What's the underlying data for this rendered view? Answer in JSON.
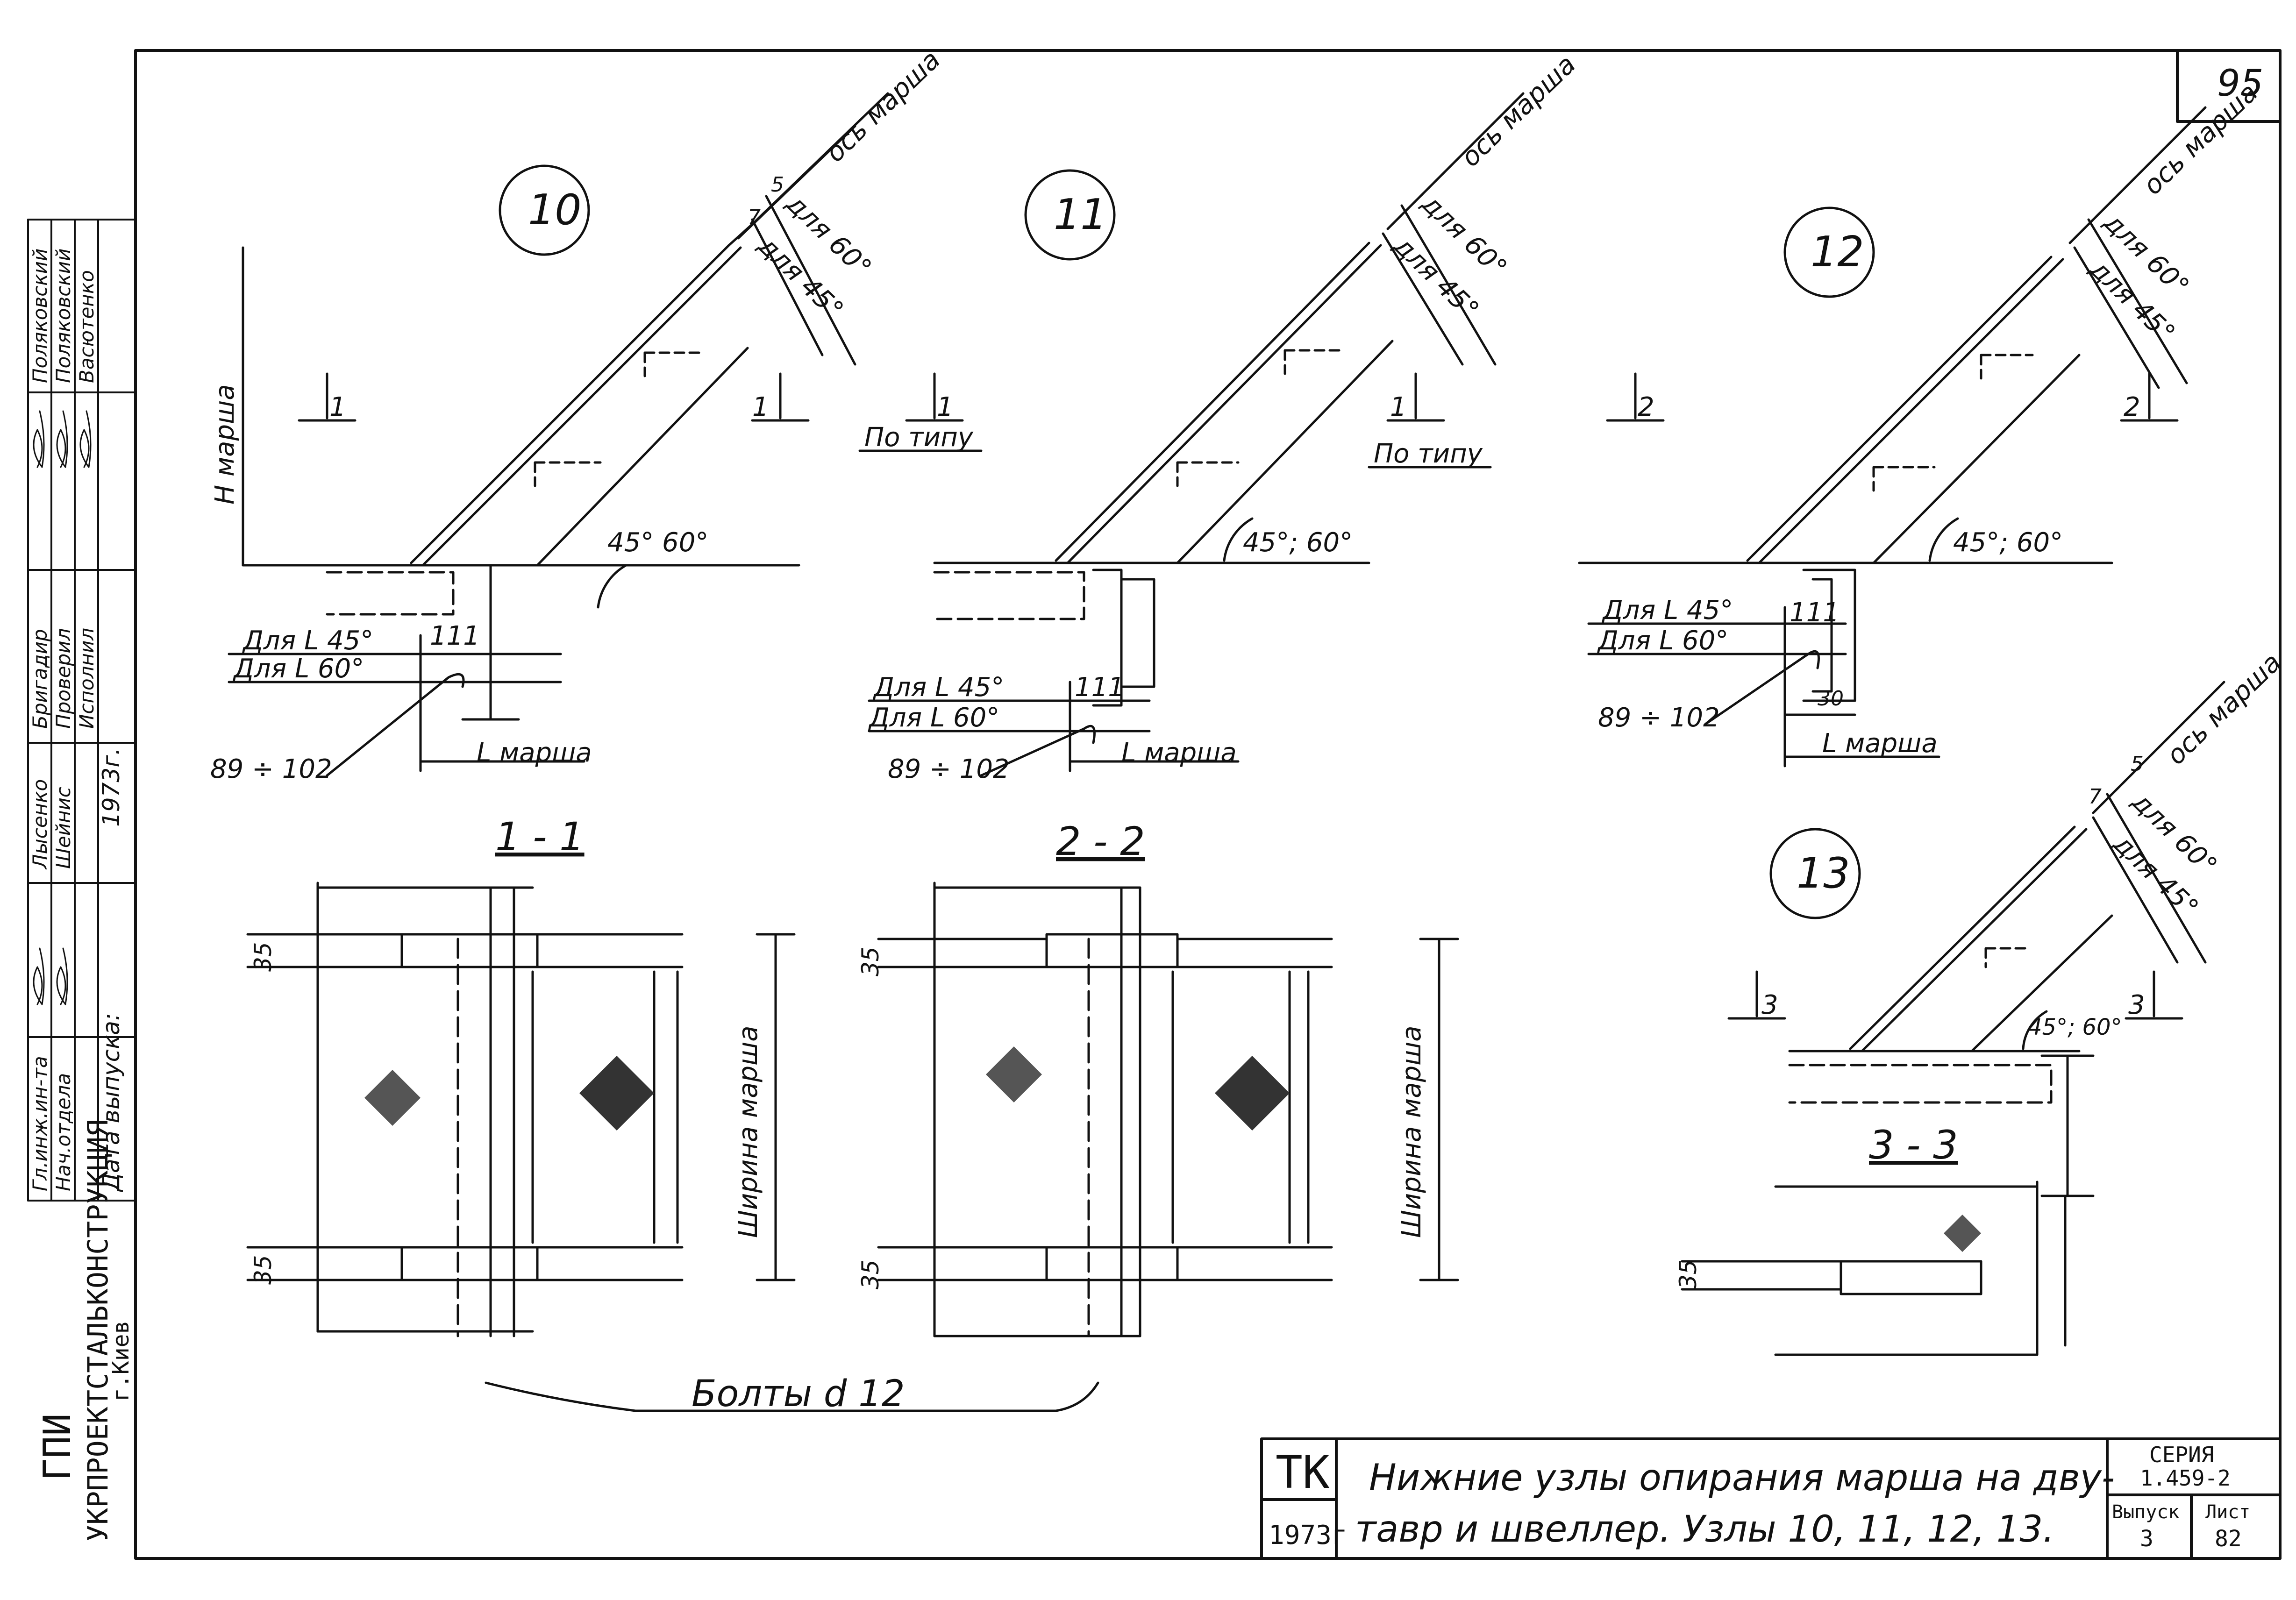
{
  "sheet": {
    "page_number": "95",
    "stamp": {
      "org_1": "ГПИ",
      "org_2": "УКРПРОЕКТСТАЛЬКОНСТРУКЦИЯ",
      "org_3": "г.Киев"
    },
    "title_block": {
      "rows": [
        {
          "role": "Гл.инж.ин-та",
          "name": "",
          "sign": ""
        },
        {
          "role": "Нач.отдела",
          "name": "",
          "sign": ""
        },
        {
          "role": "Бригадир",
          "name": "Лысенко",
          "sign": "Поляковский"
        },
        {
          "role": "Проверил",
          "name": "Шейнис",
          "sign": "Поляковский"
        },
        {
          "role": "Исполнил",
          "name": "",
          "sign": "Васютенко"
        }
      ],
      "date_label": "Дата выпуска:",
      "year": "1973г."
    }
  },
  "nodes": {
    "n10": {
      "number": "10",
      "axis": "ось марша",
      "for60": "для 60°",
      "for45": "для 45°",
      "angle": "45° 60°",
      "height": "Н марша",
      "length": "L марша",
      "for_l45": "Для L 45°",
      "for_l60": "Для L 60°",
      "range": "89 ÷ 102",
      "cut_left": "1",
      "cut_right": "1",
      "dim_5": "5",
      "dim_7": "7",
      "dim_111": "111"
    },
    "n11": {
      "number": "11",
      "axis": "ось марша",
      "for60": "для 60°",
      "for45": "для 45°",
      "angle": "45°; 60°",
      "length": "L марша",
      "for_l45": "Для L 45°",
      "for_l60": "Для L 60°",
      "range": "89 ÷ 102",
      "cut_left": "1",
      "cut_right": "1",
      "by_type_left": "По типу",
      "by_type_right": "По типу",
      "dim_111": "111"
    },
    "n12": {
      "number": "12",
      "axis": "ось марша",
      "for60": "для 60°",
      "for45": "для 45°",
      "angle": "45°; 60°",
      "length": "L марша",
      "for_l45": "Для L 45°",
      "for_l60": "Для L 60°",
      "range": "89 ÷ 102",
      "cut_left": "2",
      "cut_right": "2",
      "dim_30": "30",
      "dim_111": "111"
    },
    "n13": {
      "number": "13",
      "axis": "ось марша",
      "for60": "для 60°",
      "for45": "для 45°",
      "angle": "45°; 60°",
      "cut_left": "3",
      "cut_right": "3",
      "dim_5": "5",
      "dim_7": "7"
    }
  },
  "sections": {
    "s11": {
      "title": "1 - 1",
      "dim_top": "35",
      "dim_bottom": "35",
      "width": "Ширина марша"
    },
    "s22": {
      "title": "2 - 2",
      "dim_top": "35",
      "dim_bottom": "35",
      "width": "Ширина марша"
    },
    "s33": {
      "title": "3 - 3",
      "dim": "35"
    },
    "bolts": "Болты d 12"
  },
  "title_box": {
    "code": "ТК",
    "year": "1973г",
    "description_1": "Нижние узлы опирания марша на дву-",
    "description_2": "тавр и швеллер. Узлы 10, 11, 12, 13.",
    "series_label": "СЕРИЯ",
    "series_value": "1.459-2",
    "issue_label": "Выпуск",
    "issue_value": "3",
    "sheet_label": "Лист",
    "sheet_value": "82"
  }
}
